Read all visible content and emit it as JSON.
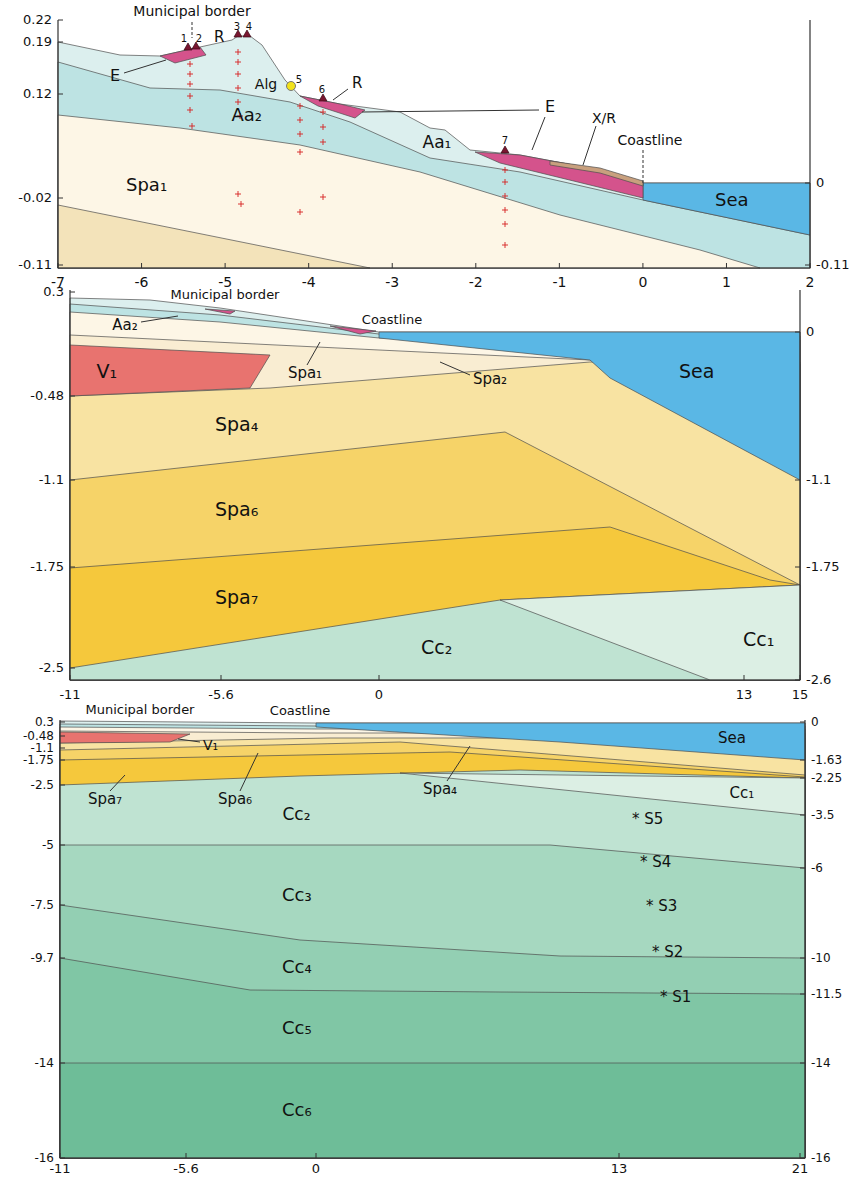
{
  "diagram": {
    "nodes": [
      {
        "text": [
          "Aa₂"
        ]
      },
      {
        "text": [
          "Aa₁"
        ]
      },
      {
        "text": [
          "Spa₁"
        ]
      },
      {
        "text": [
          "Sea"
        ]
      },
      {
        "text": [
          "V₁"
        ]
      },
      {
        "text": [
          "Spa₄"
        ]
      },
      {
        "text": [
          "Spa₆"
        ]
      },
      {
        "text": [
          "Spa₇"
        ]
      },
      {
        "text": [
          "Cc₂"
        ]
      },
      {
        "text": [
          "Cc₁"
        ]
      },
      {
        "text": [
          "Sea"
        ]
      },
      {
        "text": [
          "Sea"
        ]
      },
      {
        "text": [
          "Cc₁"
        ]
      },
      {
        "text": [
          "Cc₂"
        ]
      },
      {
        "text": [
          "Cc₃"
        ]
      },
      {
        "text": [
          "Cc₄"
        ]
      },
      {
        "text": [
          "Cc₅"
        ]
      },
      {
        "text": [
          "Cc₆"
        ]
      }
    ],
    "labels": [
      "0.22",
      "0.19",
      "0.12",
      "-0.02",
      "-0.11",
      "0",
      "-0.11",
      "-7",
      "-6",
      "-5",
      "-4",
      "-3",
      "-2",
      "-1",
      "0",
      "1",
      "2",
      "Municipal border",
      "1",
      "2",
      "R",
      "3",
      "4",
      "E",
      "Alg",
      "5",
      "6",
      "R",
      "E",
      "7",
      "X/R",
      "Coastline",
      "0.3",
      "-0.48",
      "-1.1",
      "-1.75",
      "-2.5",
      "0",
      "-1.1",
      "-1.75",
      "-2.6",
      "-11",
      "-5.6",
      "0",
      "13",
      "15",
      "Municipal border",
      "Coastline",
      "Aa₂",
      "Spa₁",
      "Spa₂",
      "0.3",
      "-0.48",
      "-1.1",
      "-1.75",
      "-2.5",
      "-5",
      "-7.5",
      "-9.7",
      "-14",
      "-16",
      "0",
      "-1.63",
      "-2.25",
      "-3.5",
      "-6",
      "-10",
      "-11.5",
      "-14",
      "-16",
      "-11",
      "-5.6",
      "0",
      "13",
      "21",
      "Municipal border",
      "Coastline",
      "V₁",
      "Spa₇",
      "Spa₆",
      "Spa₄",
      "* S5",
      "* S4",
      "* S3",
      "* S2",
      "* S1"
    ]
  }
}
